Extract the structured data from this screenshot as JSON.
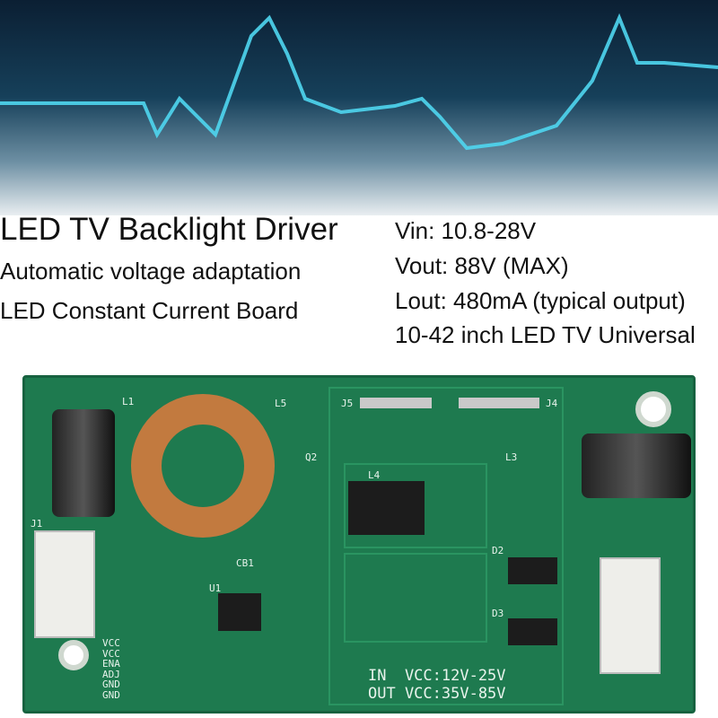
{
  "headline": {
    "title": "LED TV Backlight Driver",
    "line1": "Automatic voltage adaptation",
    "line2": "LED Constant Current Board"
  },
  "specs": [
    "Vin: 10.8-28V",
    "Vout: 88V (MAX)",
    "Lout: 480mA (typical output)",
    "10-42 inch LED TV Universal"
  ],
  "board": {
    "in_label": "IN  VCC:12V-25V",
    "out_label": "OUT VCC:35V-85V",
    "pins": [
      "VCC",
      "VCC",
      "ENA",
      "ADJ",
      "GND",
      "GND"
    ],
    "refs": {
      "j1": "J1",
      "j4": "J4",
      "j5": "J5",
      "l1": "L1",
      "l5": "L5",
      "l4": "L4",
      "l3": "L3",
      "u1": "U1",
      "d2": "D2",
      "d3": "D3",
      "cb1": "CB1",
      "q2": "Q2"
    }
  },
  "colors": {
    "pcb": "#1e7a4f",
    "ecg": "#4fd6f0"
  }
}
